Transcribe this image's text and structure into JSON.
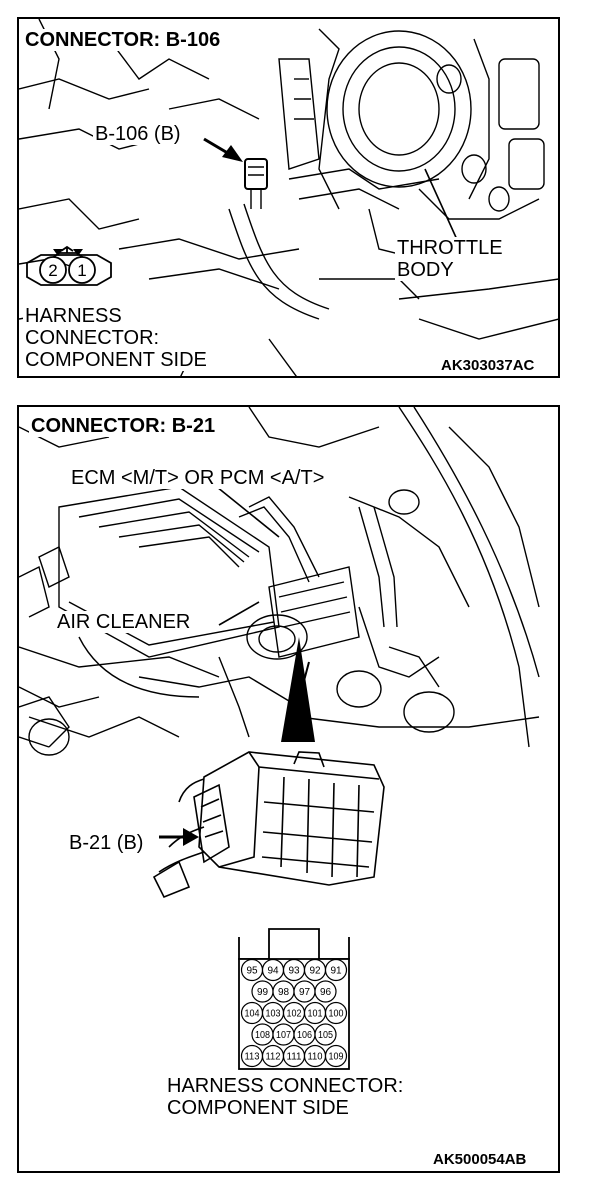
{
  "top_panel": {
    "title": "CONNECTOR: B-106",
    "connector_label": "B-106 (B)",
    "throttle_label": "THROTTLE\nBODY",
    "harness_label": "HARNESS\nCONNECTOR:\nCOMPONENT SIDE",
    "code": "AK303037AC",
    "pins": [
      "2",
      "1"
    ]
  },
  "bottom_panel": {
    "title": "CONNECTOR: B-21",
    "ecm_label": "ECM <M/T> OR PCM <A/T>",
    "air_cleaner_label": "AIR CLEANER",
    "connector_label": "B-21 (B)",
    "harness_label": "HARNESS CONNECTOR:\nCOMPONENT SIDE",
    "code": "AK500054AB",
    "pin_rows": [
      [
        "95",
        "94",
        "93",
        "92",
        "91"
      ],
      [
        "99",
        "98",
        "97",
        "96"
      ],
      [
        "104",
        "103",
        "102",
        "101",
        "100"
      ],
      [
        "108",
        "107",
        "106",
        "105"
      ],
      [
        "113",
        "112",
        "111",
        "110",
        "109"
      ]
    ]
  }
}
